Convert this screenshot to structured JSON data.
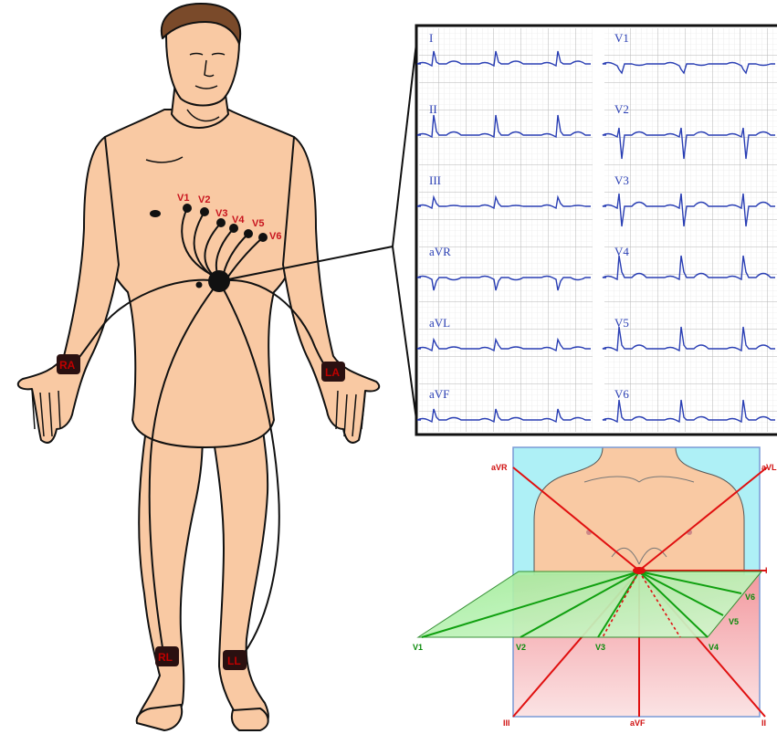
{
  "electrodes": {
    "precordial": [
      "V1",
      "V2",
      "V3",
      "V4",
      "V5",
      "V6"
    ],
    "limb": {
      "ra": "RA",
      "la": "LA",
      "rl": "RL",
      "ll": "LL"
    }
  },
  "ecg": {
    "left_leads": [
      "I",
      "II",
      "III",
      "aVR",
      "aVL",
      "aVF"
    ],
    "right_leads": [
      "V1",
      "V2",
      "V3",
      "V4",
      "V5",
      "V6"
    ]
  },
  "axes": {
    "frontal": {
      "avr": "aVR",
      "avl": "aVL",
      "i": "I",
      "ii": "II",
      "iii": "III",
      "avf": "aVF"
    },
    "horizontal": [
      "V1",
      "V2",
      "V3",
      "V4",
      "V5",
      "V6"
    ]
  },
  "colors": {
    "skin": "#f9c9a3",
    "ecg_grid_minor": "#e3e3e3",
    "ecg_grid_major": "#b8b8b8",
    "ecg_trace": "#2a3fb4",
    "frontal_axis": "#e01010",
    "horizontal_axis": "#10a010",
    "plane_green": "#aef0a8",
    "plane_red": "#f5aeb0",
    "sky": "#aef0f6"
  }
}
